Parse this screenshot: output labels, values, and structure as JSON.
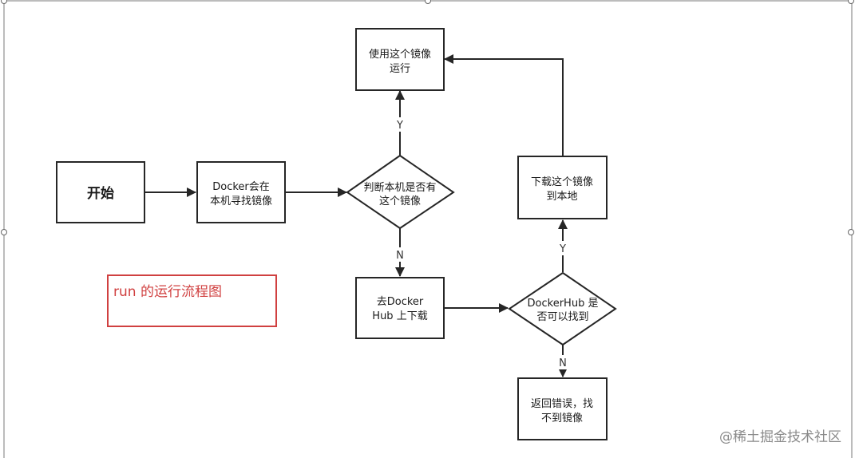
{
  "nodes": {
    "start": {
      "text": "开始"
    },
    "local_lookup": {
      "line1": "Docker会在",
      "line2": "本机寻找镜像"
    },
    "local_check": {
      "line1": "判断本机是否有",
      "line2": "这个镜像"
    },
    "run_image": {
      "line1": "使用这个镜像",
      "line2": "运行"
    },
    "go_dockerhub": {
      "line1": "去Docker",
      "line2": "Hub 上下载"
    },
    "hub_check": {
      "line1": "DockerHub 是",
      "line2": "否可以找到"
    },
    "download_local": {
      "line1": "下载这个镜像",
      "line2": "到本地"
    },
    "return_error": {
      "line1": "返回错误，找",
      "line2": "不到镜像"
    }
  },
  "edges": {
    "local_yes": "Y",
    "local_no": "N",
    "hub_yes": "Y",
    "hub_no": "N"
  },
  "caption": "run 的运行流程图",
  "watermark": "@稀土掘金技术社区",
  "colors": {
    "stroke": "#262626",
    "caption": "#d04040",
    "watermark": "#8a8a8a"
  }
}
